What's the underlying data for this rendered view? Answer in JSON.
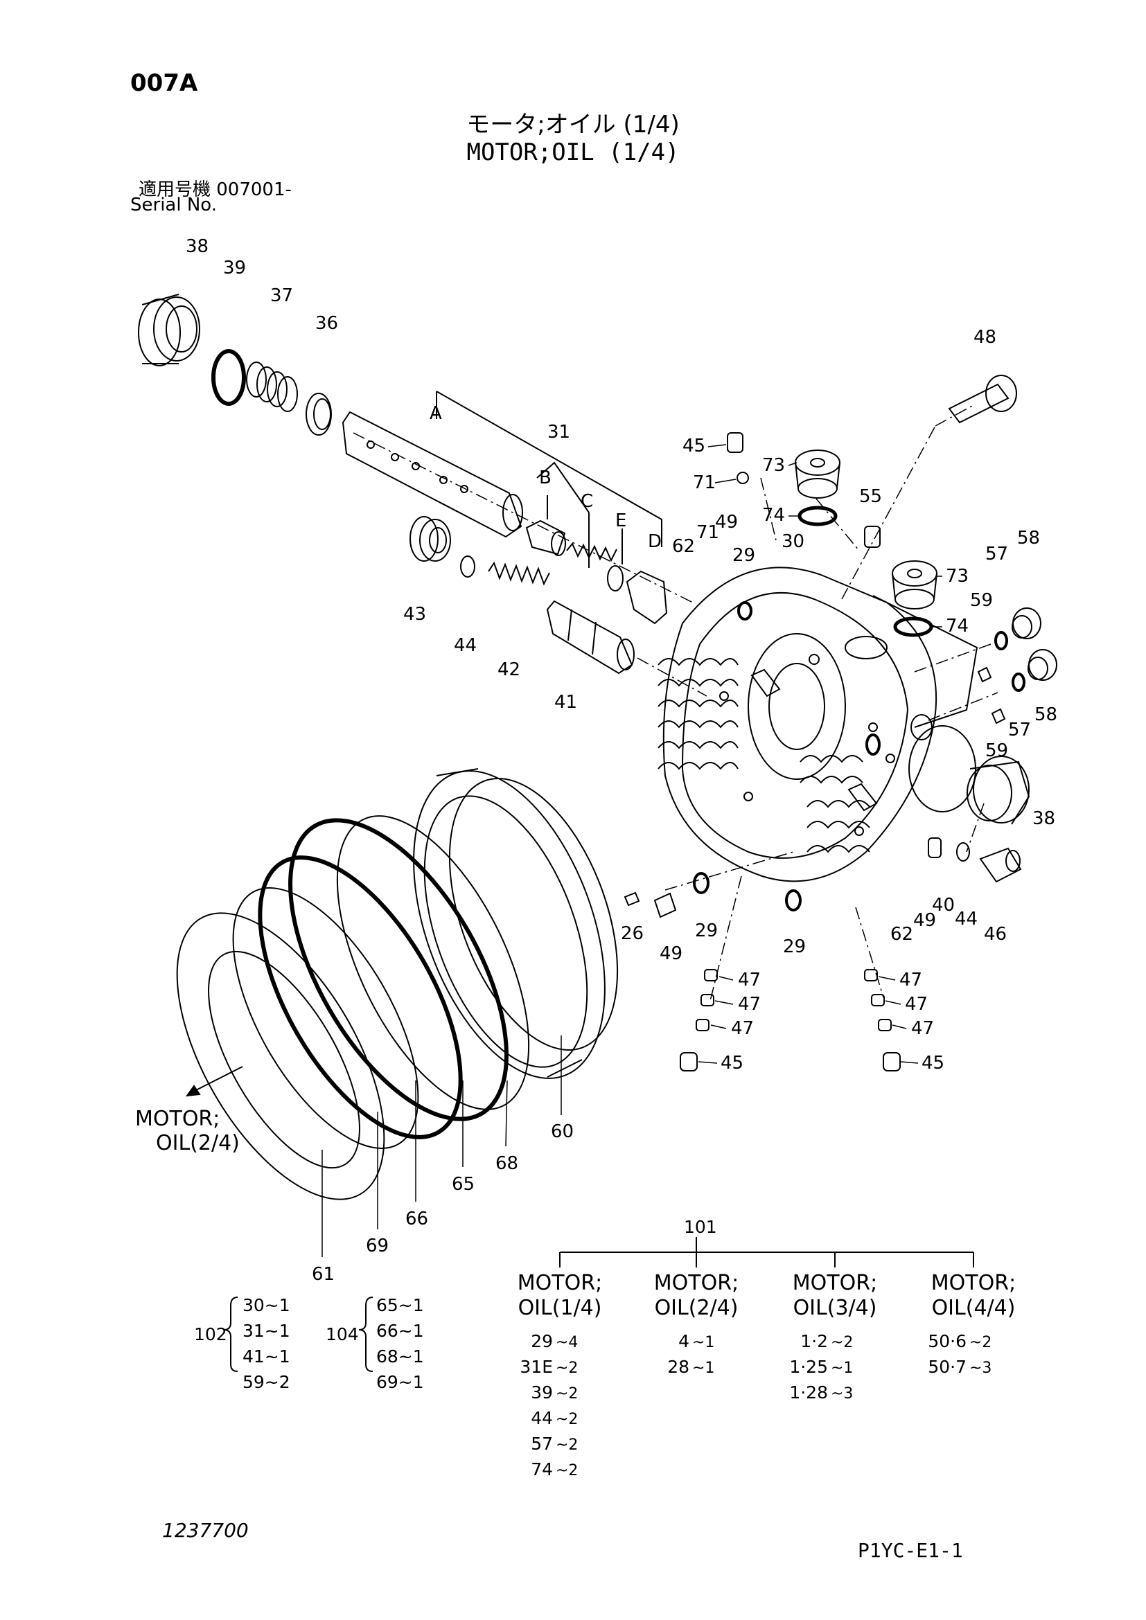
{
  "header": {
    "page_code": "007A",
    "title_jp": "モータ;オイル (1/4)",
    "title_en": "MOTOR;OIL (1/4)",
    "serial_jp": "適用号機  007001-",
    "serial_en": "Serial No."
  },
  "callouts": {
    "c38a": "38",
    "c39": "39",
    "c37": "37",
    "c36": "36",
    "c48": "48",
    "cA": "A",
    "c31": "31",
    "cB": "B",
    "cC": "C",
    "cE": "E",
    "cD": "D",
    "c45a": "45",
    "c71a": "71",
    "c73a": "73",
    "c74a": "74",
    "c55": "55",
    "c73b": "73",
    "c74b": "74",
    "c57a": "57",
    "c58a": "58",
    "c59a": "59",
    "c57b": "57",
    "c58b": "58",
    "c59b": "59",
    "c38b": "38",
    "c62a": "62",
    "c71b": "71",
    "c49a": "49",
    "c29a": "29",
    "c30": "30",
    "c43": "43",
    "c44a": "44",
    "c42": "42",
    "c41": "41",
    "c26": "26",
    "c49b": "49",
    "c29b": "29",
    "c29c": "29",
    "c62b": "62",
    "c49c": "49",
    "c40": "40",
    "c44b": "44",
    "c46": "46",
    "c47a": "47",
    "c47b": "47",
    "c47c": "47",
    "c45b": "45",
    "c47d": "47",
    "c47e": "47",
    "c47f": "47",
    "c45c": "45",
    "c60": "60",
    "c68": "68",
    "c65": "65",
    "c66": "66",
    "c69": "69",
    "c61": "61"
  },
  "continuation_label": {
    "line1": "MOTOR;",
    "line2": "OIL(2/4)"
  },
  "group_102": {
    "id": "102",
    "items": [
      "30~1",
      "31~1",
      "41~1",
      "59~2"
    ]
  },
  "group_104": {
    "id": "104",
    "items": [
      "65~1",
      "66~1",
      "68~1",
      "69~1"
    ]
  },
  "kit_101": {
    "id": "101",
    "columns": [
      {
        "line1": "MOTOR;",
        "line2": "OIL(1/4)",
        "rows": [
          {
            "part": "29",
            "qty": "~4"
          },
          {
            "part": "31E",
            "qty": "~2"
          },
          {
            "part": "39",
            "qty": "~2"
          },
          {
            "part": "44",
            "qty": "~2"
          },
          {
            "part": "57",
            "qty": "~2"
          },
          {
            "part": "74",
            "qty": "~2"
          }
        ]
      },
      {
        "line1": "MOTOR;",
        "line2": "OIL(2/4)",
        "rows": [
          {
            "part": "4",
            "qty": "~1"
          },
          {
            "part": "28",
            "qty": "~1"
          }
        ]
      },
      {
        "line1": "MOTOR;",
        "line2": "OIL(3/4)",
        "rows": [
          {
            "part": "1·2",
            "qty": "~2"
          },
          {
            "part": "1·25",
            "qty": "~1"
          },
          {
            "part": "1·28",
            "qty": "~3"
          }
        ]
      },
      {
        "line1": "MOTOR;",
        "line2": "OIL(4/4)",
        "rows": [
          {
            "part": "50·6",
            "qty": "~2"
          },
          {
            "part": "50·7",
            "qty": "~3"
          }
        ]
      }
    ]
  },
  "footer": {
    "doc_number": "1237700",
    "page_ref": "P1YC-E1-1"
  }
}
